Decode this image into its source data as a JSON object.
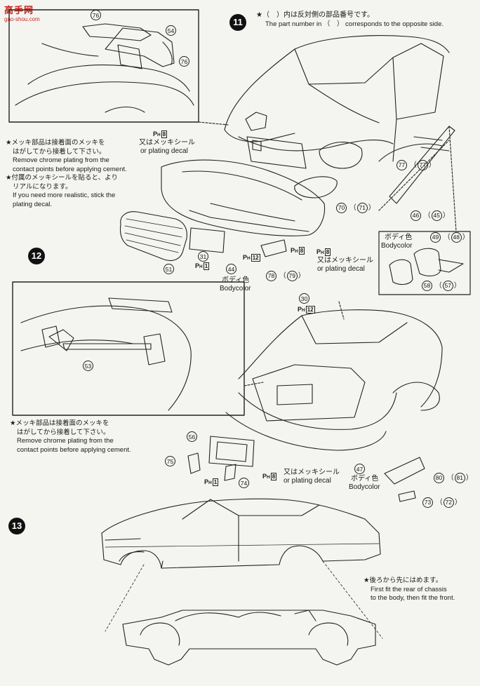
{
  "watermark": {
    "title": "高手网",
    "site": "gao-shou.com"
  },
  "steps": [
    "11",
    "12",
    "13"
  ],
  "header_note": {
    "jp": "★（　）内は反対側の部品番号です。",
    "en_line1": "The part number in （　） corresponds to the opposite side."
  },
  "note_chrome_front": [
    "★メッキ部品は接着面のメッキを",
    "はがしてから接着して下さい。",
    "Remove chrome plating from the",
    "contact points before applying cement.",
    "★付属のメッキシールを貼ると、より",
    "リアルになります。",
    "If you need more realistic, stick the",
    "plating decal."
  ],
  "note_chrome_rear": [
    "★メッキ部品は接着面のメッキを",
    "はがしてから接着して下さい。",
    "Remove chrome plating from the",
    "contact points before applying cement."
  ],
  "note_chassis": [
    "★後ろから先にはめます。",
    "First fit the rear of chassis",
    "to the body, then fit the front."
  ],
  "labels": {
    "or_plating_jp": "又はメッキシール",
    "or_plating_en": "or plating decal",
    "bodycolor_jp": "ボディ色",
    "bodycolor_en": "Bodycolor"
  },
  "plating_codes": {
    "p8": "8",
    "p1": "1",
    "p12": "12",
    "ph_letter": "P",
    "ph_sub": "H"
  },
  "parts": {
    "p76a": "76",
    "p54": "54",
    "p76b": "76",
    "p77": "77",
    "p77r": "77",
    "p70": "70",
    "p71": "71",
    "p46": "46",
    "p45": "45",
    "p49": "49",
    "p48": "48",
    "p58": "58",
    "p57": "57",
    "p31": "31",
    "p51": "51",
    "p44": "44",
    "p78": "78",
    "p79": "79",
    "p30": "30",
    "p53": "53",
    "p56": "56",
    "p75": "75",
    "p74": "74",
    "p47": "47",
    "p80": "80",
    "p81": "81",
    "p73": "73",
    "p72": "72"
  }
}
